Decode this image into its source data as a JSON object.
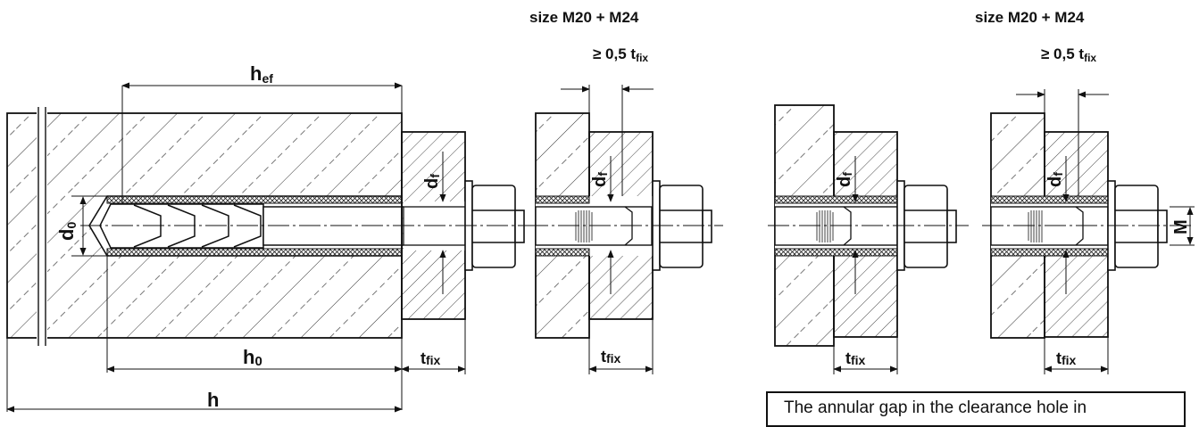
{
  "labels": {
    "size_left": "size M20 + M24",
    "size_right": "size M20 + M24",
    "gap_left": "≥ 0,5 t",
    "gap_left_sub": "fix",
    "gap_right": "≥ 0,5 t",
    "gap_right_sub": "fix",
    "hef_main": "h",
    "hef_sub": "ef",
    "h0_main": "h",
    "h0_sub": "0",
    "h": "h",
    "d0_main": "d",
    "d0_sub": "0",
    "df_main": "d",
    "df_sub": "f",
    "tfix_main": "t",
    "tfix_sub": "fix",
    "M": "M"
  },
  "note": {
    "text": "The annular gap in the clearance hole in"
  }
}
